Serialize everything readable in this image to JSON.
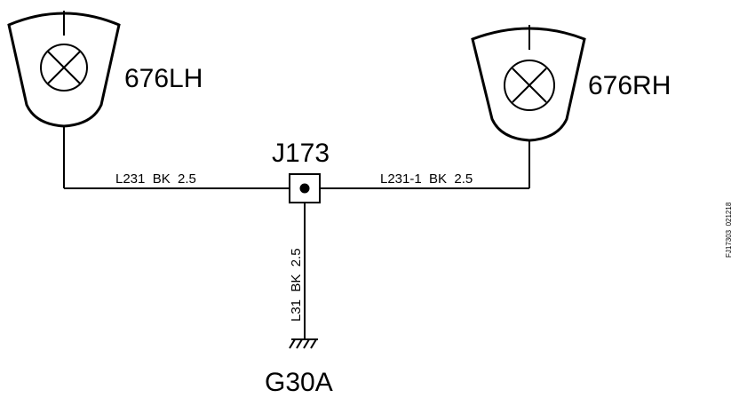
{
  "lamps": {
    "left": {
      "label": "676LH"
    },
    "right": {
      "label": "676RH"
    }
  },
  "junction": {
    "label": "J173"
  },
  "wires": {
    "left": {
      "label": "L231  BK  2.5"
    },
    "right": {
      "label": "L231-1  BK  2.5"
    },
    "vertical": {
      "label": "L31  BK  2.5"
    }
  },
  "ground": {
    "label": "G30A"
  },
  "reference": {
    "text": "FJ17303  021218"
  }
}
